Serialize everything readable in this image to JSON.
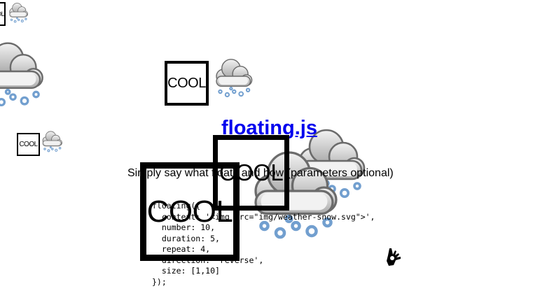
{
  "cool_badge": {
    "label": "COOL"
  },
  "header": {
    "link_text": "floating.js"
  },
  "intro": {
    "text": "Simply say what floats and how (parameters optional)"
  },
  "code_sample": {
    "lines": [
      "floating({",
      "  content: '<img src=\"img/weather-snow.svg\">',",
      "  number: 10,",
      "  duration: 5,",
      "  repeat: 4,",
      "  direction: 'reverse',",
      "  size: [1,10]",
      "});"
    ]
  },
  "icons": {
    "floating_image": "weather-snow-icon",
    "cursor": "ok-hand-icon"
  }
}
